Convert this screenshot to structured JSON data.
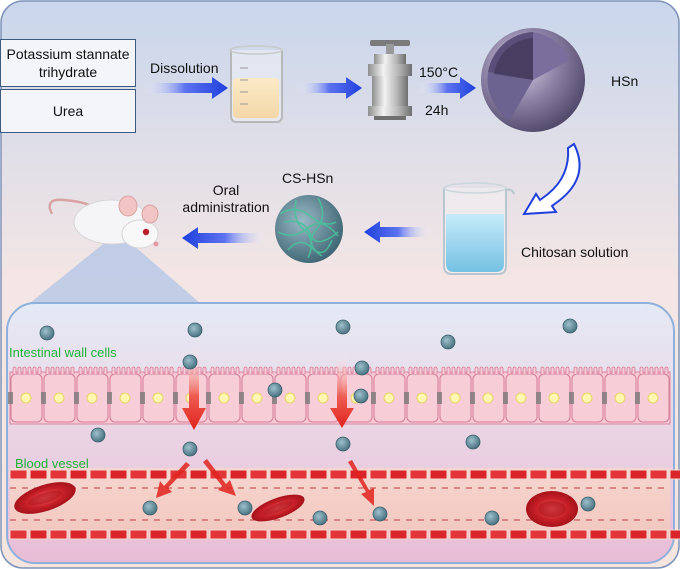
{
  "reagents": {
    "box1": "Potassium stannate trihydrate",
    "box2": "Urea"
  },
  "steps": {
    "dissolution": "Dissolution",
    "temperature": "150°C",
    "time": "24h",
    "hsn": "HSn",
    "chitosan": "Chitosan solution",
    "cs_hsn": "CS-HSn",
    "oral_line1": "Oral",
    "oral_line2": "administration"
  },
  "zones": {
    "intestine": "Intestinal wall cells",
    "blood": "Blood vessel"
  },
  "colors": {
    "flow_arrow": "#1f3fdd",
    "absorption_arrow": "#e0231d",
    "label_green": "#1fb33a",
    "particle": "#5c7f8a"
  }
}
